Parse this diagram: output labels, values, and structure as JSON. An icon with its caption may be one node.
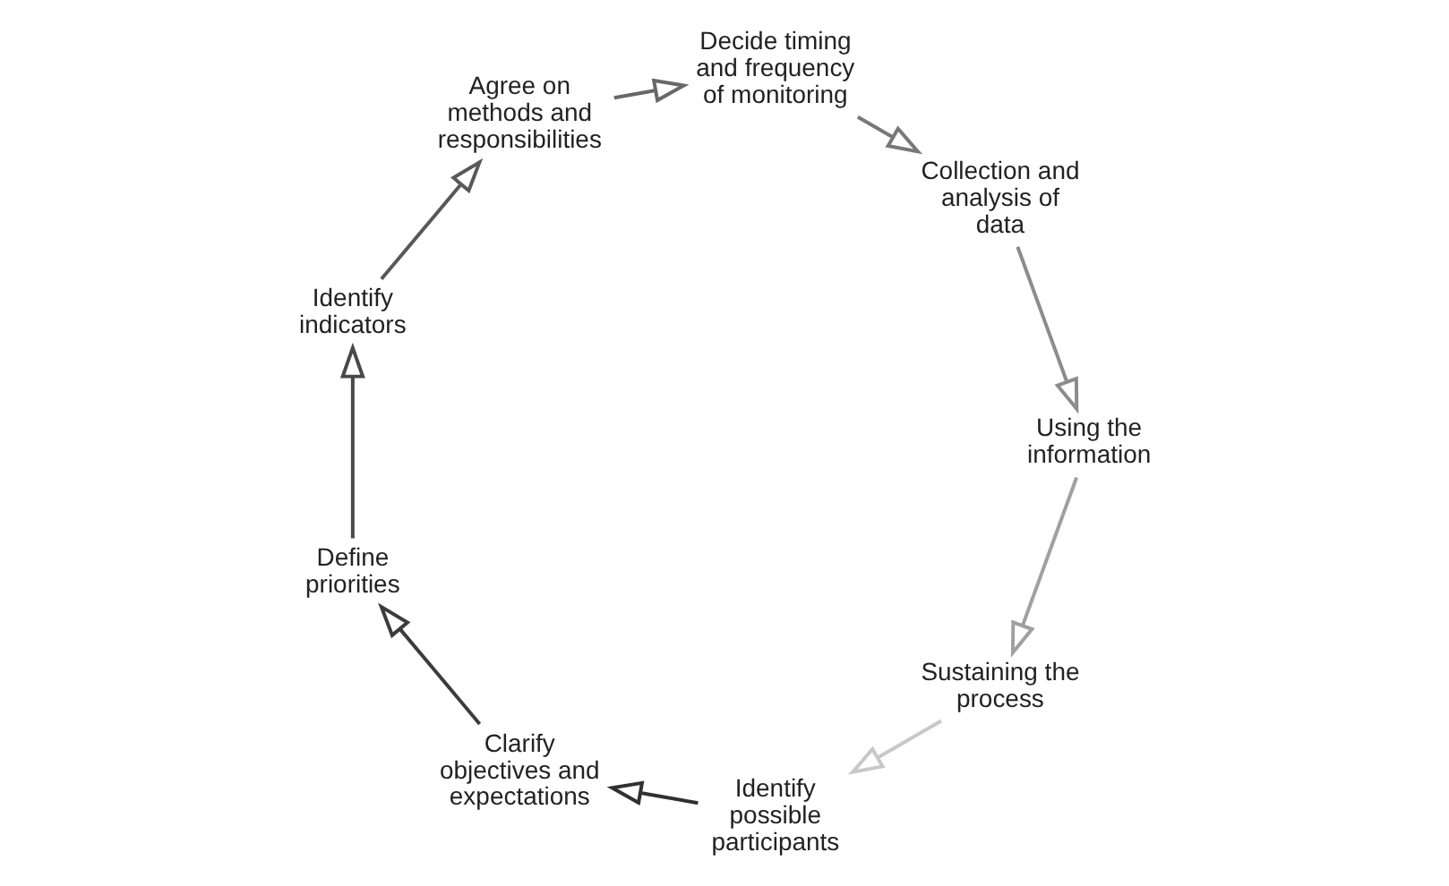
{
  "diagram": {
    "nodes": [
      {
        "text": [
          "Identify possible participants"
        ]
      },
      {
        "text": [
          "Clarify objectives and expectations"
        ]
      },
      {
        "text": [
          "Define priorities"
        ]
      },
      {
        "text": [
          "Identify indicators"
        ]
      },
      {
        "text": [
          "Agree on methods and responsibilities"
        ]
      },
      {
        "text": [
          "Decide timing and frequency of monitoring"
        ]
      },
      {
        "text": [
          "Collection and analysis of data"
        ]
      },
      {
        "text": [
          "Using the information"
        ]
      },
      {
        "text": [
          "Sustaining the process"
        ]
      }
    ],
    "edges": [
      {
        "from": 0,
        "to": 1,
        "arrow": "to",
        "color": "#303030"
      },
      {
        "from": 1,
        "to": 2,
        "arrow": "to",
        "color": "#3c3c3c"
      },
      {
        "from": 2,
        "to": 3,
        "arrow": "to",
        "color": "#484848"
      },
      {
        "from": 3,
        "to": 4,
        "arrow": "to",
        "color": "#585858"
      },
      {
        "from": 4,
        "to": 5,
        "arrow": "to",
        "color": "#686868"
      },
      {
        "from": 5,
        "to": 6,
        "arrow": "to",
        "color": "#787878"
      },
      {
        "from": 6,
        "to": 7,
        "arrow": "to",
        "color": "#8c8c8c"
      },
      {
        "from": 7,
        "to": 8,
        "arrow": "to",
        "color": "#a0a0a0"
      },
      {
        "from": 8,
        "to": 0,
        "arrow": "to",
        "color": "#c8c8c8"
      }
    ]
  }
}
